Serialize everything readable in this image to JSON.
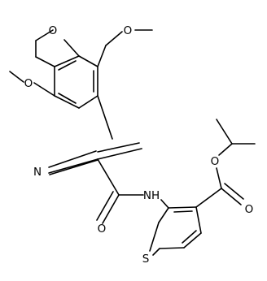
{
  "labels": {
    "methoxy_o1": "O",
    "methoxy_o2": "O",
    "methoxy_o3": "O",
    "nitrile_n": "N",
    "amide_o": "O",
    "amide_nh": "NH",
    "ester_o1": "O",
    "ester_o2": "O",
    "thiophene_s": "S"
  },
  "colors": {
    "bond": "#000000",
    "text": "#000000",
    "background": "#ffffff"
  }
}
